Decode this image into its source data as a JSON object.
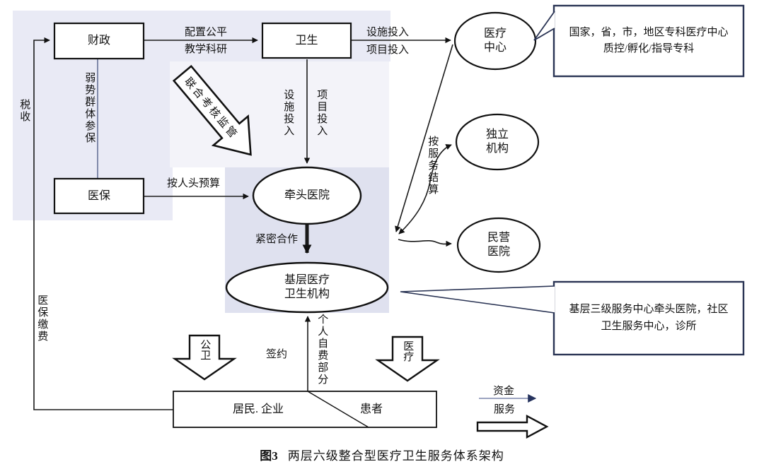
{
  "caption": {
    "tag": "图3",
    "text": "两层六级整合型医疗卫生服务体系架构"
  },
  "nodes": {
    "finance": "财政",
    "health": "卫生",
    "insurance": "医保",
    "lead_hospital": "牵头医院",
    "primary_care": "基层医疗\n卫生机构",
    "medical_center": "医疗\n中心",
    "independent": "独立\n机构",
    "private_hospital": "民营\n医院",
    "residents": "居民. 企业",
    "patients": "患者"
  },
  "edge_labels": {
    "fair_allocation": "配置公平",
    "teaching_research": "教学科研",
    "facility_input_h": "设施投入",
    "project_input_h": "项目投入",
    "facility_input_v": "设施投入",
    "project_input_v": "项目投入",
    "tax": "税收",
    "vulnerable_enroll": "弱势群体参保",
    "capitation_budget": "按人头预算",
    "close_cooperation": "紧密合作",
    "service_settlement": "按服务结算",
    "sign_contract": "签约",
    "self_pay": "个人自费部分",
    "insurance_premium": "医保缴费"
  },
  "big_arrow_label": "联合考核监管",
  "flow_arrows": {
    "public_health": "公卫",
    "medical": "医疗"
  },
  "callouts": {
    "specialist": {
      "line1": "国家，省，市，地区专科医疗中心",
      "line2": "质控/孵化/指导专科"
    },
    "primary": {
      "line1": "基层三级服务中心牵头医院，社区",
      "line2": "卫生服务中心，诊所"
    }
  },
  "legend": {
    "funds": "资金",
    "services": "服务"
  },
  "colors": {
    "line": "#1a1a1a",
    "callout_border": "#2a3454",
    "funds_arrow": "#8e97b8",
    "panel": "#e9eaf5"
  }
}
